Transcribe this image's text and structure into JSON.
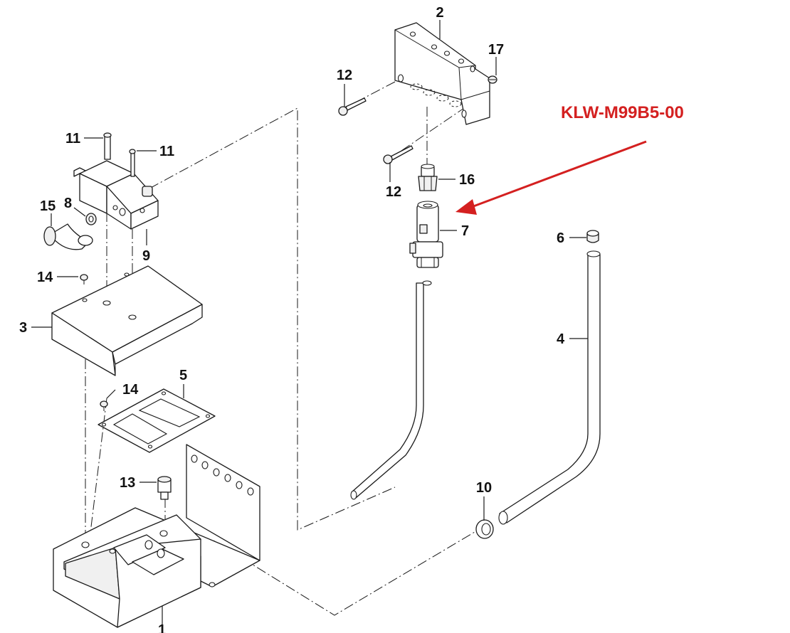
{
  "part_number": "KLW-M99B5-00",
  "accent_color": "#d42020",
  "callouts": {
    "c1": "1",
    "c2": "2",
    "c3": "3",
    "c4": "4",
    "c5": "5",
    "c6": "6",
    "c7": "7",
    "c8": "8",
    "c9": "9",
    "c10": "10",
    "c11a": "11",
    "c11b": "11",
    "c12a": "12",
    "c12b": "12",
    "c13": "13",
    "c14a": "14",
    "c14b": "14",
    "c15": "15",
    "c16": "16",
    "c17": "17"
  }
}
